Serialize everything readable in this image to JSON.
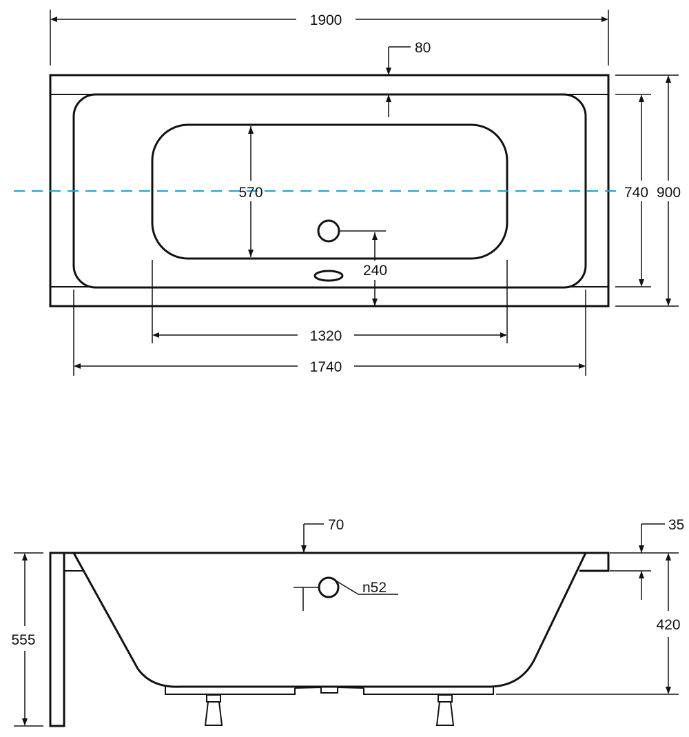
{
  "colors": {
    "line": "#111111",
    "centerline": "#1e9fd6",
    "background": "#ffffff"
  },
  "top_view": {
    "dim_overall_length": "1900",
    "dim_rim": "80",
    "dim_inner_width": "570",
    "dim_outer_width_inner": "740",
    "dim_overall_width": "900",
    "dim_drain_offset": "240",
    "dim_inner_length": "1320",
    "dim_basin_length": "1740"
  },
  "side_view": {
    "dim_rim_height": "70",
    "dim_lip": "35",
    "dim_overflow_diameter": "n52",
    "dim_total_height": "555",
    "dim_inner_depth": "420"
  }
}
